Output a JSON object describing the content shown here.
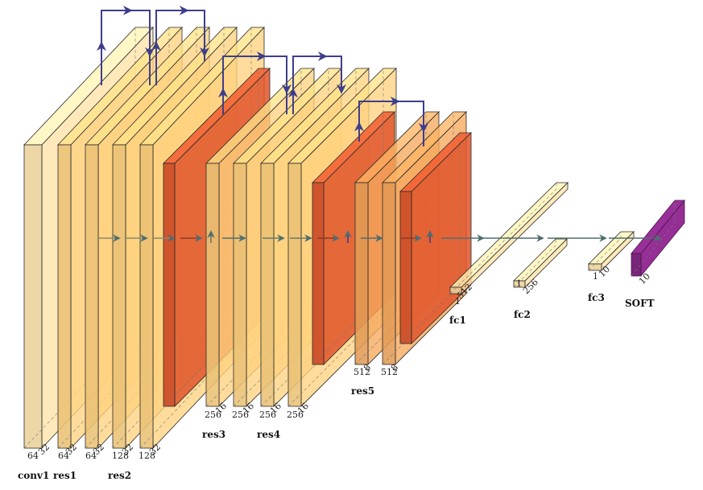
{
  "colors": {
    "conv": "#FFE3A8",
    "res_light": "#FFD27F",
    "res_mid": "#F6A85C",
    "pool": "#E0552C",
    "fc": "#FFE3A8",
    "soft": "#8E2C8E",
    "skip_arrow": "#3E3E8C",
    "flow_arrow": "#4E6E70"
  },
  "blocks": [
    {
      "id": "b1",
      "type": "conv",
      "dims": [
        "64",
        "32"
      ]
    },
    {
      "id": "b2",
      "type": "res",
      "dims": [
        "64",
        "32"
      ]
    },
    {
      "id": "b3",
      "type": "res",
      "dims": [
        "64",
        "32"
      ]
    },
    {
      "id": "b4",
      "type": "res",
      "dims": [
        "128",
        "32"
      ]
    },
    {
      "id": "b5",
      "type": "res",
      "dims": [
        "128",
        "32"
      ]
    },
    {
      "id": "b6",
      "type": "pool",
      "dims": []
    },
    {
      "id": "b7",
      "type": "res",
      "dims": [
        "256",
        "16"
      ]
    },
    {
      "id": "b8",
      "type": "res",
      "dims": [
        "256",
        "16"
      ]
    },
    {
      "id": "b9",
      "type": "res",
      "dims": [
        "256",
        "16"
      ]
    },
    {
      "id": "b10",
      "type": "res",
      "dims": [
        "256",
        "16"
      ]
    },
    {
      "id": "b11",
      "type": "pool",
      "dims": []
    },
    {
      "id": "b12",
      "type": "res",
      "dims": [
        "512",
        "8"
      ]
    },
    {
      "id": "b13",
      "type": "res",
      "dims": [
        "512",
        "8"
      ]
    },
    {
      "id": "b14",
      "type": "pool",
      "dims": []
    },
    {
      "id": "b15",
      "type": "fc",
      "dims": [
        "1",
        "512"
      ]
    },
    {
      "id": "b16",
      "type": "fc",
      "dims": [
        "1",
        "256"
      ]
    },
    {
      "id": "b17",
      "type": "fc",
      "dims": [
        "1",
        "10"
      ]
    },
    {
      "id": "b18",
      "type": "soft",
      "dims": [
        "10"
      ]
    }
  ],
  "labels": {
    "conv1": "conv1",
    "res1": "res1",
    "res2": "res2",
    "res3": "res3",
    "res4": "res4",
    "res5": "res5",
    "fc1": "fc1",
    "fc2": "fc2",
    "fc3": "fc3",
    "soft": "SOFT"
  }
}
